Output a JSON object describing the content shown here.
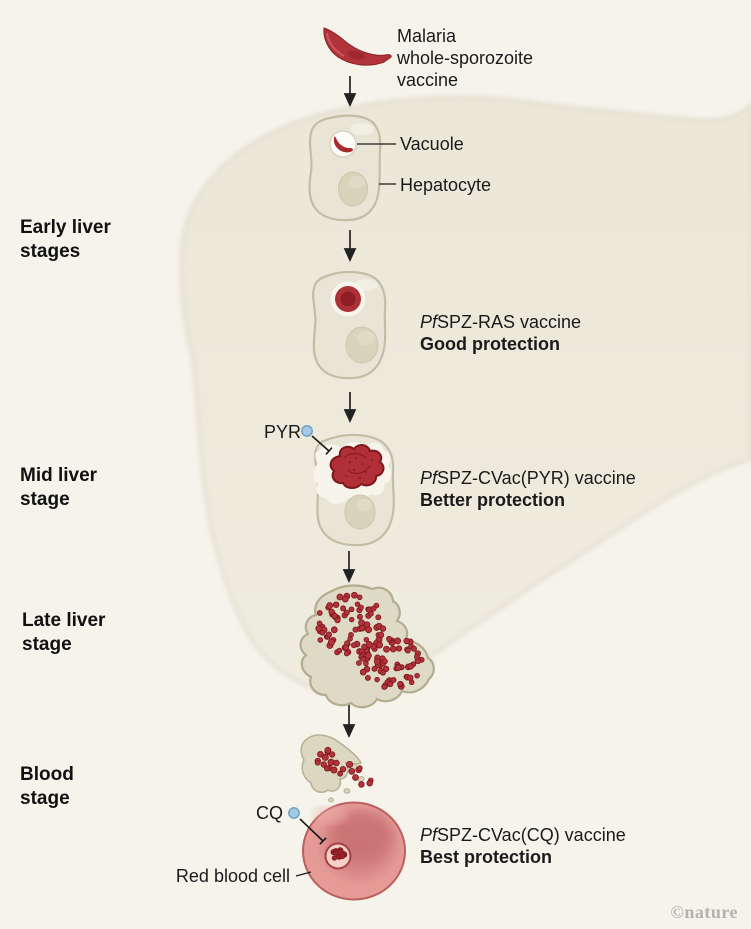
{
  "intro": {
    "label": "Malaria\nwhole-sporozoite\nvaccine"
  },
  "stages": [
    {
      "label": "Early liver\nstages"
    },
    {
      "label": "Mid liver\nstage"
    },
    {
      "label": "Late liver\nstage"
    },
    {
      "label": "Blood\nstage"
    }
  ],
  "annotations": {
    "vacuole": "Vacuole",
    "hepatocyte": "Hepatocyte",
    "pyr": "PYR",
    "cq": "CQ",
    "red_blood_cell": "Red blood cell"
  },
  "vaccines": [
    {
      "pf": "Pf",
      "name": "SPZ-RAS vaccine",
      "protection": "Good protection"
    },
    {
      "pf": "Pf",
      "name": "SPZ-CVac(PYR) vaccine",
      "protection": "Better protection"
    },
    {
      "pf": "Pf",
      "name": "SPZ-CVac(CQ) vaccine",
      "protection": "Best protection"
    }
  ],
  "credit": "©nature",
  "colors": {
    "background": "#f5f3ea",
    "liver": "#ebe8da",
    "cell_fill": "#e8e5d6",
    "cell_stroke": "#c2bea6",
    "nucleus": "#d7d4bc",
    "parasite_red": "#b2333a",
    "parasite_dark": "#7c161c",
    "drug_blue": "#a5cbe4",
    "rbc_pink": "#e59a96",
    "text": "#1a1a1a",
    "credit_gray": "#b4b2ae"
  }
}
